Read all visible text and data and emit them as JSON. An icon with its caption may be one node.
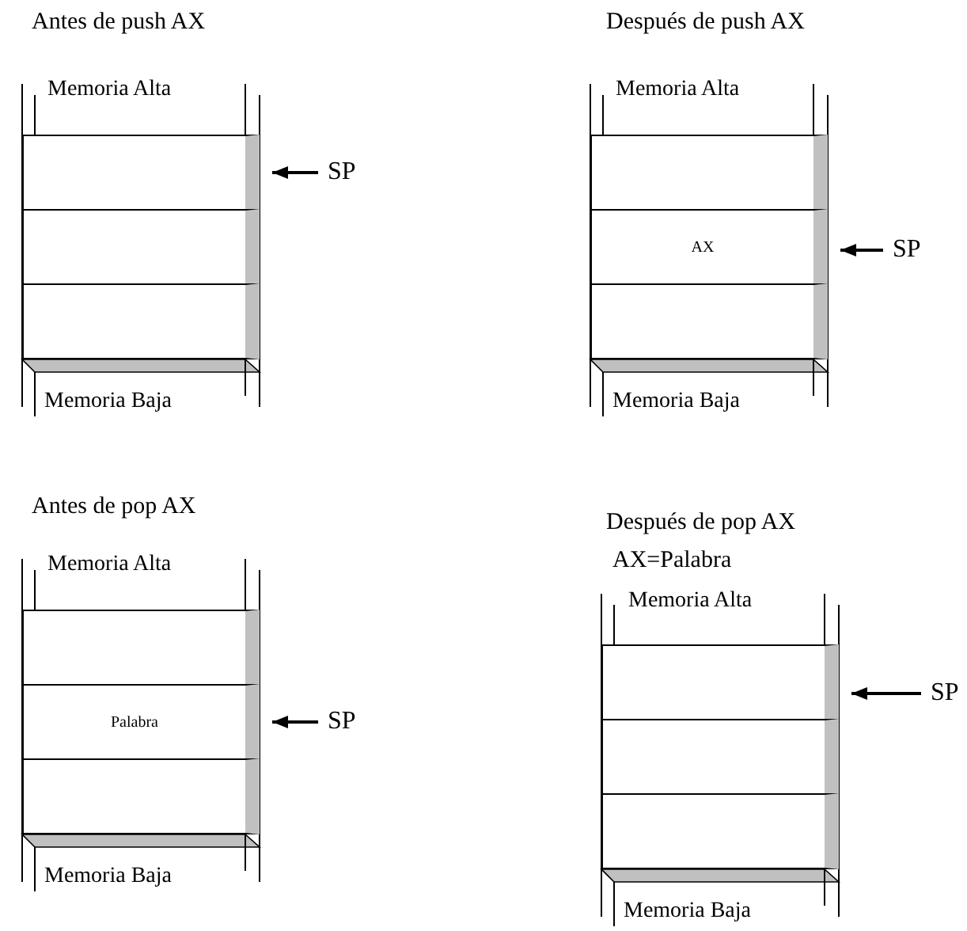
{
  "diagram": {
    "nodes": [
      {
        "text": [],
        "shape": "box"
      },
      {
        "text": [],
        "shape": "box"
      },
      {
        "text": [],
        "shape": "box"
      },
      {
        "text": [
          "SP"
        ]
      },
      {
        "text": [],
        "shape": "box"
      },
      {
        "text": [
          "AX"
        ]
      },
      {
        "text": [],
        "shape": "box"
      },
      {
        "text": [
          "SP"
        ]
      },
      {
        "text": [],
        "shape": "box"
      },
      {
        "text": [
          "Palabra"
        ]
      },
      {
        "text": [],
        "shape": "box"
      },
      {
        "text": [
          "SP"
        ]
      },
      {
        "text": [],
        "shape": "box"
      },
      {
        "text": [],
        "shape": "box"
      },
      {
        "text": [],
        "shape": "box"
      },
      {
        "text": [
          "SP"
        ]
      }
    ],
    "edges": [
      {
        "from": 3,
        "to": 0,
        "arrow": "to"
      },
      {
        "from": 7,
        "to": 5,
        "arrow": "to"
      },
      {
        "from": 11,
        "to": 9,
        "arrow": "to"
      },
      {
        "from": 15,
        "to": 12,
        "arrow": "to"
      }
    ],
    "labels": [
      "Antes de push AX",
      "Memoria Alta",
      "Memoria Baja",
      "Después de push AX",
      "Memoria Alta",
      "Memoria Baja",
      "Antes de pop AX",
      "Memoria Alta",
      "Memoria Baja",
      "Después de pop AX",
      "AX=Palabra",
      "Memoria Alta",
      "Memoria Baja"
    ]
  }
}
